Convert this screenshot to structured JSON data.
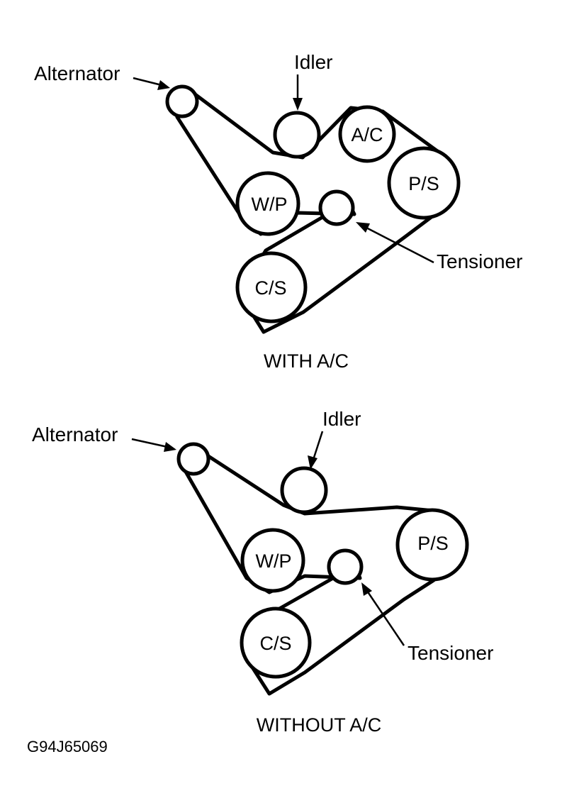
{
  "figure_code": "G94J65069",
  "with_ac": {
    "caption": "WITH A/C",
    "labels": {
      "alternator": "Alternator",
      "idler": "Idler",
      "tensioner": "Tensioner"
    },
    "pulleys": {
      "ac": "A/C",
      "ps": "P/S",
      "wp": "W/P",
      "cs": "C/S"
    }
  },
  "without_ac": {
    "caption": "WITHOUT A/C",
    "labels": {
      "alternator": "Alternator",
      "idler": "Idler",
      "tensioner": "Tensioner"
    },
    "pulleys": {
      "ps": "P/S",
      "wp": "W/P",
      "cs": "C/S"
    }
  }
}
